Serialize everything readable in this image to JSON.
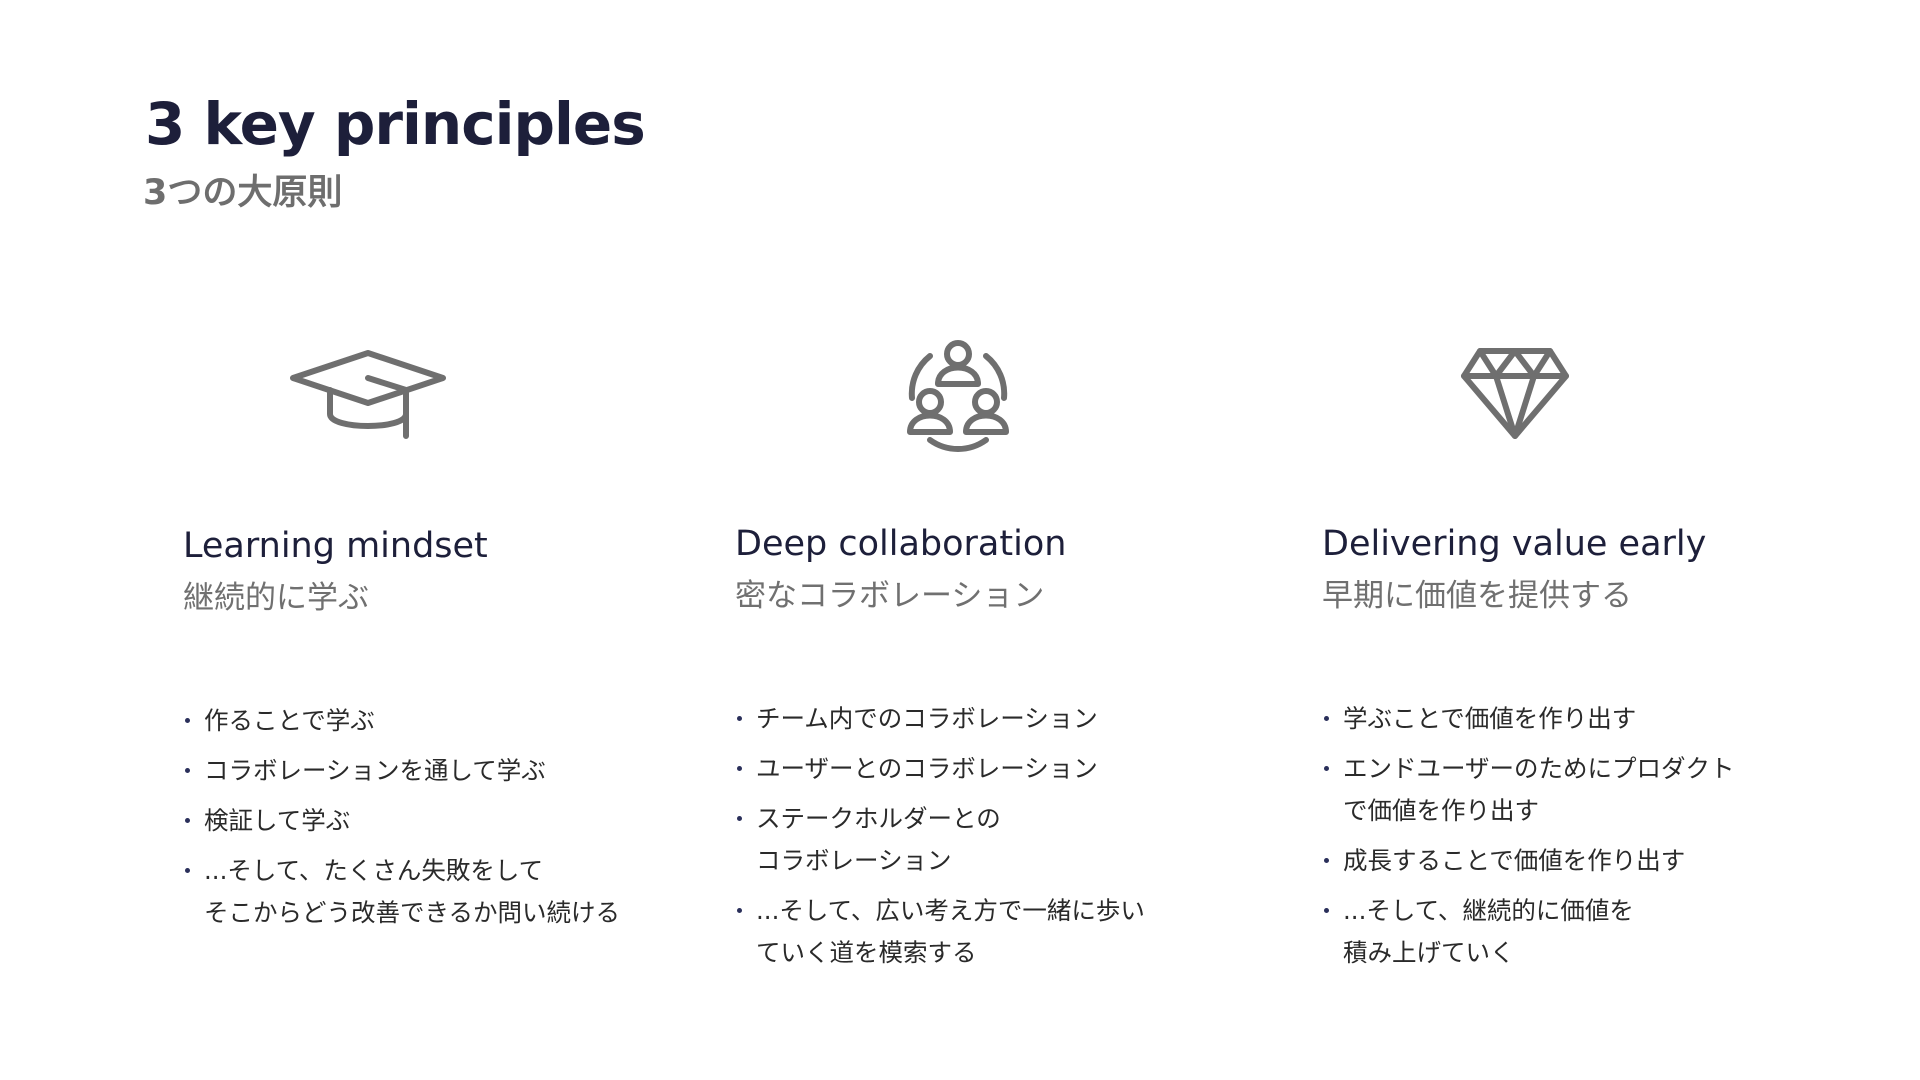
{
  "header": {
    "title": "3 key principles",
    "subtitle": "3つの大原則"
  },
  "icons": {
    "principle_1": "graduation-cap-icon",
    "principle_2": "team-collaboration-icon",
    "principle_3": "diamond-icon",
    "icon_color": "#6f6f6f"
  },
  "colors": {
    "title": "#1d1f3a",
    "subtitle": "#707070",
    "body": "#2a2a2a",
    "bullet": "#2a2f5a"
  },
  "principles": [
    {
      "title": "Learning mindset",
      "subtitle": "継続的に学ぶ",
      "bullets": [
        "作ることで学ぶ",
        "コラボレーションを通して学ぶ",
        "検証して学ぶ",
        "...そして、たくさん失敗をして\nそこからどう改善できるか問い続ける"
      ]
    },
    {
      "title": "Deep collaboration",
      "subtitle": "密なコラボレーション",
      "bullets": [
        "チーム内でのコラボレーション",
        "ユーザーとのコラボレーション",
        "ステークホルダーとの\nコラボレーション",
        "...そして、広い考え方で一緒に歩い\nていく道を模索する"
      ]
    },
    {
      "title": "Delivering value early",
      "subtitle": "早期に価値を提供する",
      "bullets": [
        "学ぶことで価値を作り出す",
        "エンドユーザーのためにプロダクト\nで価値を作り出す",
        "成長することで価値を作り出す",
        "...そして、継続的に価値を\n積み上げていく"
      ]
    }
  ]
}
